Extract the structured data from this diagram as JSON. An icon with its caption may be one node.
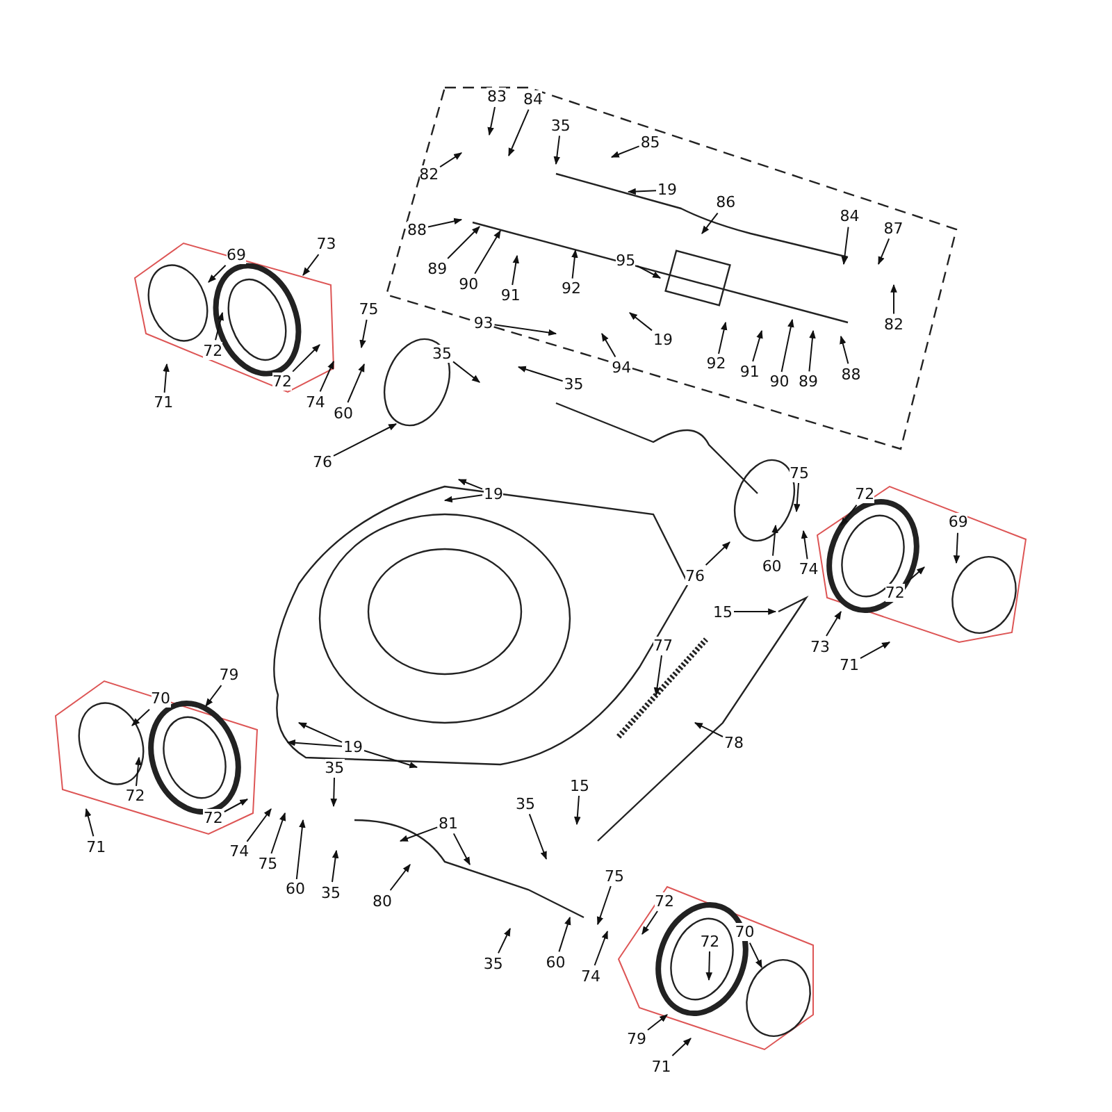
{
  "diagram": {
    "nodes": [
      {
        "text": [
          "83"
        ]
      },
      {
        "text": [
          "84"
        ]
      },
      {
        "text": [
          "35"
        ]
      },
      {
        "text": [
          "85"
        ]
      },
      {
        "text": [
          "82"
        ]
      },
      {
        "text": [
          "19"
        ]
      },
      {
        "text": [
          "86"
        ]
      },
      {
        "text": [
          "88"
        ]
      },
      {
        "text": [
          "89"
        ]
      },
      {
        "text": [
          "90"
        ]
      },
      {
        "text": [
          "91"
        ]
      },
      {
        "text": [
          "92"
        ]
      },
      {
        "text": [
          "95"
        ]
      },
      {
        "text": [
          "84"
        ]
      },
      {
        "text": [
          "87"
        ]
      },
      {
        "text": [
          "82"
        ]
      },
      {
        "text": [
          "93"
        ]
      },
      {
        "text": [
          "19"
        ]
      },
      {
        "text": [
          "94"
        ]
      },
      {
        "text": [
          "92"
        ]
      },
      {
        "text": [
          "91"
        ]
      },
      {
        "text": [
          "90"
        ]
      },
      {
        "text": [
          "89"
        ]
      },
      {
        "text": [
          "88"
        ]
      },
      {
        "text": [
          "35"
        ]
      },
      {
        "text": [
          "35"
        ]
      },
      {
        "text": [
          "19"
        ]
      },
      {
        "text": [
          "73"
        ]
      },
      {
        "text": [
          "69"
        ]
      },
      {
        "text": [
          "72"
        ]
      },
      {
        "text": [
          "72"
        ]
      },
      {
        "text": [
          "71"
        ]
      },
      {
        "text": [
          "75"
        ]
      },
      {
        "text": [
          "74"
        ]
      },
      {
        "text": [
          "60"
        ]
      },
      {
        "text": [
          "76"
        ]
      },
      {
        "text": [
          "75"
        ]
      },
      {
        "text": [
          "72"
        ]
      },
      {
        "text": [
          "60"
        ]
      },
      {
        "text": [
          "74"
        ]
      },
      {
        "text": [
          "76"
        ]
      },
      {
        "text": [
          "69"
        ]
      },
      {
        "text": [
          "72"
        ]
      },
      {
        "text": [
          "15"
        ]
      },
      {
        "text": [
          "73"
        ]
      },
      {
        "text": [
          "71"
        ]
      },
      {
        "text": [
          "77"
        ]
      },
      {
        "text": [
          "78"
        ]
      },
      {
        "text": [
          "79"
        ]
      },
      {
        "text": [
          "70"
        ]
      },
      {
        "text": [
          "72"
        ]
      },
      {
        "text": [
          "72"
        ]
      },
      {
        "text": [
          "71"
        ]
      },
      {
        "text": [
          "19"
        ]
      },
      {
        "text": [
          "35"
        ]
      },
      {
        "text": [
          "81"
        ]
      },
      {
        "text": [
          "74"
        ]
      },
      {
        "text": [
          "75"
        ]
      },
      {
        "text": [
          "60"
        ]
      },
      {
        "text": [
          "35"
        ]
      },
      {
        "text": [
          "80"
        ]
      },
      {
        "text": [
          "15"
        ]
      },
      {
        "text": [
          "35"
        ]
      },
      {
        "text": [
          "35"
        ]
      },
      {
        "text": [
          "60"
        ]
      },
      {
        "text": [
          "75"
        ]
      },
      {
        "text": [
          "74"
        ]
      },
      {
        "text": [
          "72"
        ]
      },
      {
        "text": [
          "70"
        ]
      },
      {
        "text": [
          "72"
        ]
      },
      {
        "text": [
          "79"
        ]
      },
      {
        "text": [
          "71"
        ]
      }
    ],
    "edges": [
      {
        "from": 0,
        "to": null,
        "arrow": "to"
      },
      {
        "from": 1,
        "to": null,
        "arrow": "to"
      },
      {
        "from": 2,
        "to": null,
        "arrow": "to"
      },
      {
        "from": 3,
        "to": null,
        "arrow": "to"
      },
      {
        "from": 4,
        "to": null,
        "arrow": "to"
      },
      {
        "from": 5,
        "to": null,
        "arrow": "to"
      },
      {
        "from": 6,
        "to": null,
        "arrow": "to"
      },
      {
        "from": 7,
        "to": null,
        "arrow": "to"
      },
      {
        "from": 8,
        "to": null,
        "arrow": "to"
      },
      {
        "from": 9,
        "to": null,
        "arrow": "to"
      },
      {
        "from": 10,
        "to": null,
        "arrow": "to"
      },
      {
        "from": 11,
        "to": null,
        "arrow": "to"
      },
      {
        "from": 12,
        "to": null,
        "arrow": "to"
      },
      {
        "from": 13,
        "to": null,
        "arrow": "to"
      },
      {
        "from": 14,
        "to": null,
        "arrow": "to"
      },
      {
        "from": 15,
        "to": null,
        "arrow": "to"
      },
      {
        "from": 16,
        "to": null,
        "arrow": "to"
      },
      {
        "from": 17,
        "to": null,
        "arrow": "to"
      },
      {
        "from": 18,
        "to": null,
        "arrow": "to"
      },
      {
        "from": 19,
        "to": null,
        "arrow": "to"
      },
      {
        "from": 20,
        "to": null,
        "arrow": "to"
      },
      {
        "from": 21,
        "to": null,
        "arrow": "to"
      },
      {
        "from": 22,
        "to": null,
        "arrow": "to"
      },
      {
        "from": 23,
        "to": null,
        "arrow": "to"
      },
      {
        "from": 24,
        "to": null,
        "arrow": "to"
      },
      {
        "from": 25,
        "to": null,
        "arrow": "to"
      },
      {
        "from": 26,
        "to": null,
        "arrow": "to"
      },
      {
        "from": 26,
        "to": null,
        "arrow": "to"
      },
      {
        "from": 27,
        "to": null,
        "arrow": "to"
      },
      {
        "from": 28,
        "to": null,
        "arrow": "to"
      },
      {
        "from": 29,
        "to": null,
        "arrow": "to"
      },
      {
        "from": 30,
        "to": null,
        "arrow": "to"
      },
      {
        "from": 31,
        "to": null,
        "arrow": "to"
      },
      {
        "from": 32,
        "to": null,
        "arrow": "to"
      },
      {
        "from": 33,
        "to": null,
        "arrow": "to"
      },
      {
        "from": 34,
        "to": null,
        "arrow": "to"
      },
      {
        "from": 35,
        "to": null,
        "arrow": "to"
      },
      {
        "from": 36,
        "to": null,
        "arrow": "to"
      },
      {
        "from": 37,
        "to": null,
        "arrow": "to"
      },
      {
        "from": 38,
        "to": null,
        "arrow": "to"
      },
      {
        "from": 39,
        "to": null,
        "arrow": "to"
      },
      {
        "from": 40,
        "to": null,
        "arrow": "to"
      },
      {
        "from": 41,
        "to": null,
        "arrow": "to"
      },
      {
        "from": 42,
        "to": null,
        "arrow": "to"
      },
      {
        "from": 43,
        "to": null,
        "arrow": "to"
      },
      {
        "from": 44,
        "to": null,
        "arrow": "to"
      },
      {
        "from": 45,
        "to": null,
        "arrow": "to"
      },
      {
        "from": 46,
        "to": null,
        "arrow": "to"
      },
      {
        "from": 47,
        "to": null,
        "arrow": "to"
      },
      {
        "from": 48,
        "to": null,
        "arrow": "to"
      },
      {
        "from": 49,
        "to": null,
        "arrow": "to"
      },
      {
        "from": 50,
        "to": null,
        "arrow": "to"
      },
      {
        "from": 51,
        "to": null,
        "arrow": "to"
      },
      {
        "from": 52,
        "to": null,
        "arrow": "to"
      },
      {
        "from": 53,
        "to": null,
        "arrow": "to"
      },
      {
        "from": 53,
        "to": null,
        "arrow": "to"
      },
      {
        "from": 53,
        "to": null,
        "arrow": "to"
      },
      {
        "from": 54,
        "to": null,
        "arrow": "to"
      },
      {
        "from": 55,
        "to": null,
        "arrow": "to"
      },
      {
        "from": 55,
        "to": null,
        "arrow": "to"
      },
      {
        "from": 56,
        "to": null,
        "arrow": "to"
      },
      {
        "from": 57,
        "to": null,
        "arrow": "to"
      },
      {
        "from": 58,
        "to": null,
        "arrow": "to"
      },
      {
        "from": 59,
        "to": null,
        "arrow": "to"
      },
      {
        "from": 60,
        "to": null,
        "arrow": "to"
      },
      {
        "from": 61,
        "to": null,
        "arrow": "to"
      },
      {
        "from": 62,
        "to": null,
        "arrow": "to"
      },
      {
        "from": 63,
        "to": null,
        "arrow": "to"
      },
      {
        "from": 64,
        "to": null,
        "arrow": "to"
      },
      {
        "from": 65,
        "to": null,
        "arrow": "to"
      },
      {
        "from": 66,
        "to": null,
        "arrow": "to"
      },
      {
        "from": 67,
        "to": null,
        "arrow": "to"
      },
      {
        "from": 68,
        "to": null,
        "arrow": "to"
      },
      {
        "from": 69,
        "to": null,
        "arrow": "to"
      },
      {
        "from": 70,
        "to": null,
        "arrow": "to"
      },
      {
        "from": 71,
        "to": null,
        "arrow": "to"
      }
    ]
  }
}
